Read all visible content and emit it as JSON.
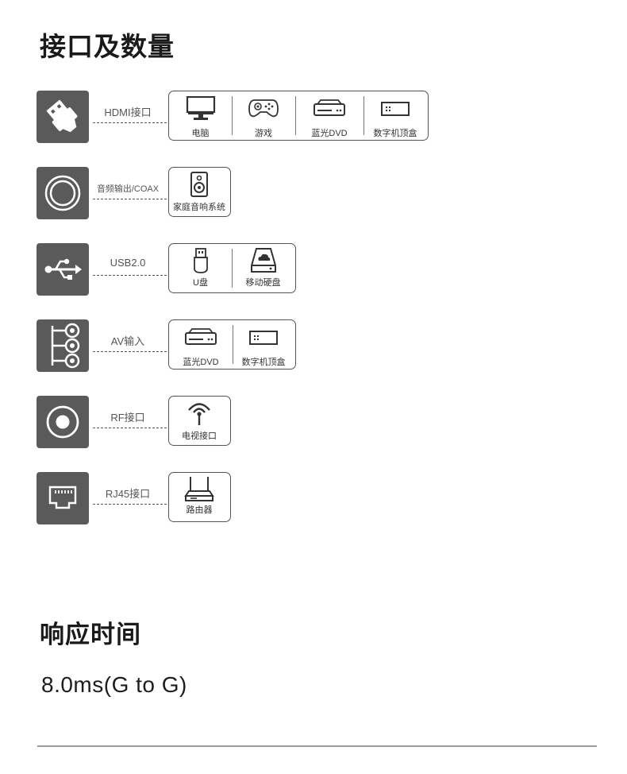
{
  "sections": {
    "ports_title": "接口及数量",
    "response_title": "响应时间",
    "response_value": "8.0ms(G to G)"
  },
  "ports": [
    {
      "icon": "hdmi-plug-icon",
      "label": "HDMI接口",
      "devices": [
        {
          "icon": "monitor-icon",
          "label": "电脑"
        },
        {
          "icon": "gamepad-icon",
          "label": "游戏"
        },
        {
          "icon": "bluray-player-icon",
          "label": "蓝光DVD"
        },
        {
          "icon": "set-top-box-icon",
          "label": "数字机顶盒"
        }
      ]
    },
    {
      "icon": "coax-port-icon",
      "label": "音频输出/COAX",
      "devices": [
        {
          "icon": "speaker-icon",
          "label": "家庭音响系统"
        }
      ]
    },
    {
      "icon": "usb-icon",
      "label": "USB2.0",
      "devices": [
        {
          "icon": "usb-drive-icon",
          "label": "U盘"
        },
        {
          "icon": "portable-hard-drive-icon",
          "label": "移动硬盘"
        }
      ]
    },
    {
      "icon": "av-ports-icon",
      "label": "AV输入",
      "devices": [
        {
          "icon": "bluray-player-icon",
          "label": "蓝光DVD"
        },
        {
          "icon": "set-top-box-icon",
          "label": "数字机顶盒"
        }
      ]
    },
    {
      "icon": "rf-port-icon",
      "label": "RF接口",
      "devices": [
        {
          "icon": "antenna-icon",
          "label": "电视接口"
        }
      ]
    },
    {
      "icon": "rj45-port-icon",
      "label": "RJ45接口",
      "devices": [
        {
          "icon": "router-icon",
          "label": "路由器"
        }
      ]
    }
  ]
}
